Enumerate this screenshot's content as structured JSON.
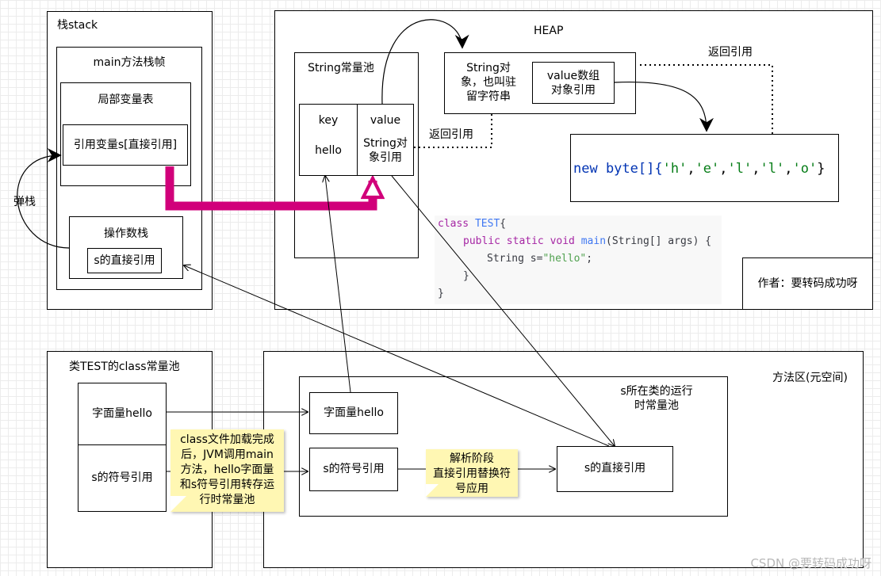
{
  "stack": {
    "title": "栈stack",
    "frame_title": "main方法栈帧",
    "local_vars_title": "局部变量表",
    "local_var_item": "引用变量s[直接引用]",
    "operand_title": "操作数栈",
    "operand_item": "s的直接引用",
    "pop_label": "弹栈"
  },
  "heap": {
    "title": "HEAP",
    "string_pool_title": "String常量池",
    "key_header": "key",
    "value_header": "value",
    "key_value": "hello",
    "value_line1": "String对",
    "value_line2": "象引用",
    "string_object_line1": "String对",
    "string_object_line2": "象，也叫驻",
    "string_object_line3": "留字符串",
    "value_array_line1": "value数组",
    "value_array_line2": "对象引用",
    "return_ref_1": "返回引用",
    "return_ref_2": "返回引用",
    "byte_array": {
      "prefix": "new byte[]{",
      "chars": [
        "'h'",
        "'e'",
        "'l'",
        "'l'",
        "'o'"
      ],
      "suffix": "}"
    },
    "author": "作者：要转码成功呀"
  },
  "code": {
    "line1_kw": "class",
    "line1_name": "TEST",
    "line1_brace": "{",
    "line2_kw": "public static void",
    "line2_name": "main",
    "line2_rest": "(String[] args) {",
    "line3_pre": "String s=",
    "line3_str": "\"hello\"",
    "line3_end": ";",
    "line4": "}",
    "line5": "}"
  },
  "class_pool": {
    "title": "类TEST的class常量池",
    "literal": "字面量hello",
    "symbol_ref": "s的符号引用"
  },
  "method_area": {
    "title": "方法区(元空间)",
    "runtime_pool_line1": "s所在类的运行",
    "runtime_pool_line2": "时常量池",
    "literal": "字面量hello",
    "symbol_ref": "s的符号引用",
    "direct_ref": "s的直接引用"
  },
  "notes": {
    "load_note": [
      "class文件加载完成",
      "后，JVM调用main",
      "方法，hello字面量",
      "和s符号引用转存运",
      "行时常量池"
    ],
    "resolve_note": [
      "解析阶段",
      "直接引用替换符",
      "号应用"
    ]
  },
  "colors": {
    "accent_arrow": "#d1007a",
    "note_bg": "#fff7b3",
    "code_keyword": "#a626a4",
    "code_class": "#4078f2",
    "code_string": "#50a14f",
    "byte_keyword": "#0033b3",
    "byte_char": "#067d17"
  },
  "watermark": "CSDN @要转码成功呀"
}
